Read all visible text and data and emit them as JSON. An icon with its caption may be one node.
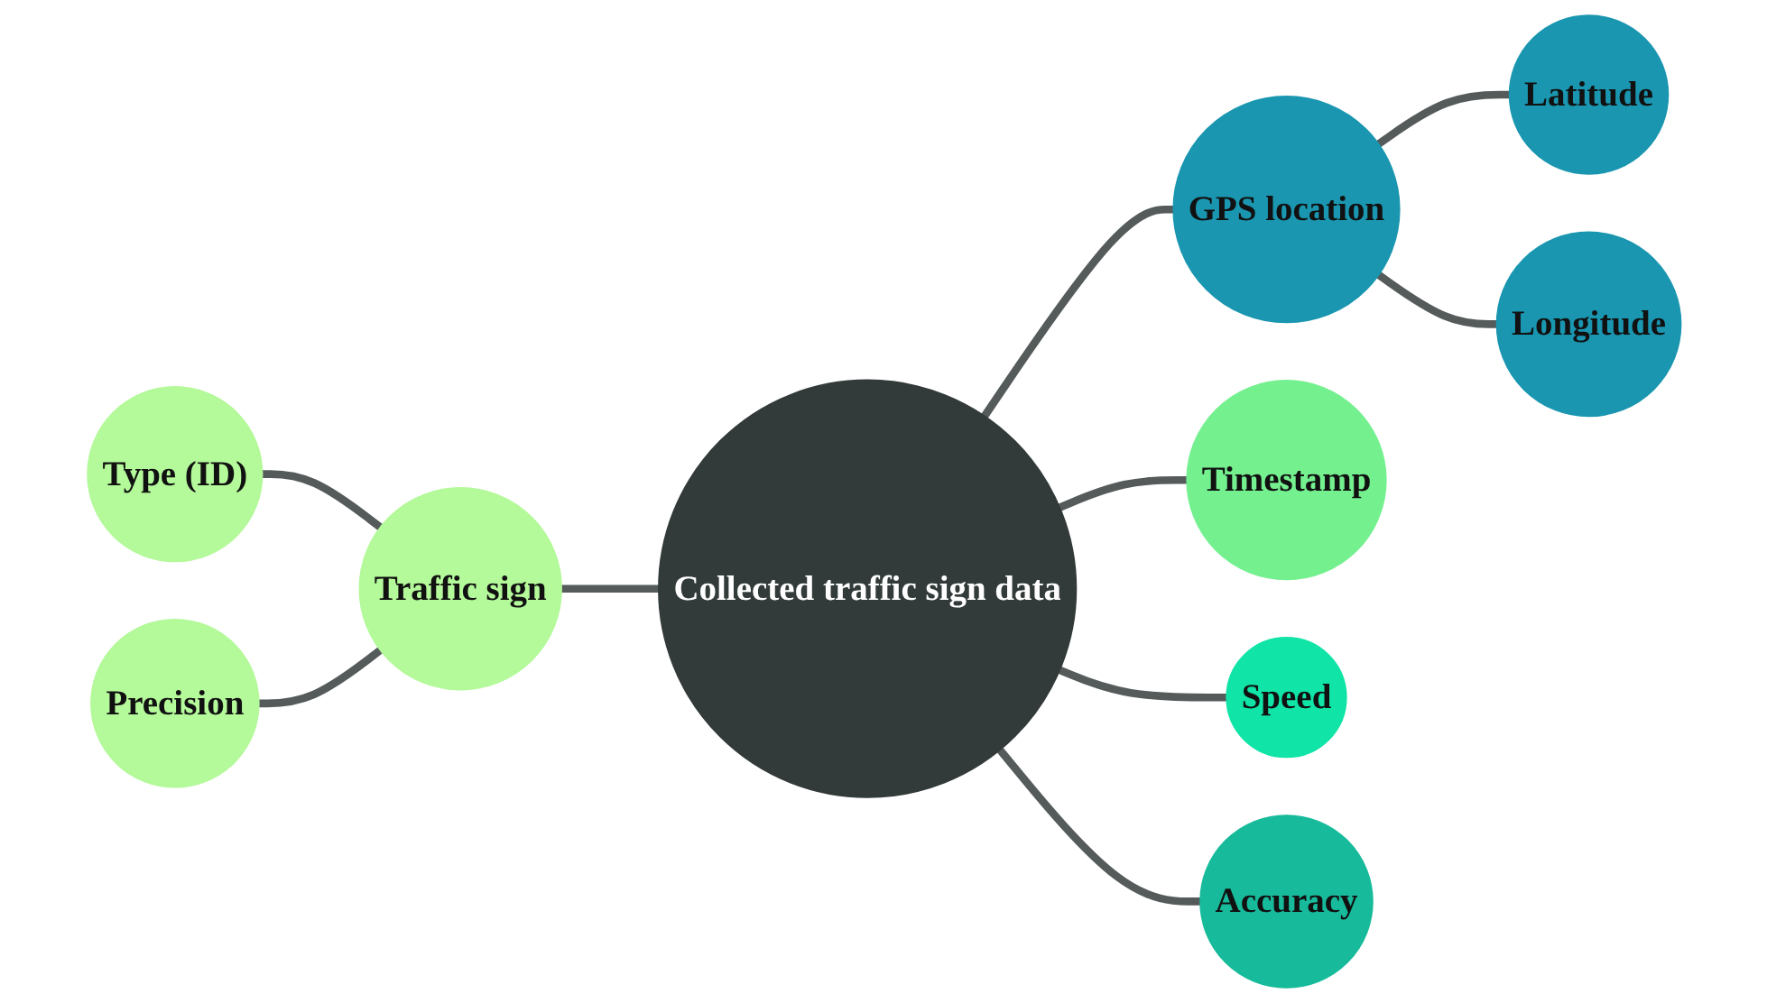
{
  "diagram": {
    "nodes": [
      {
        "text": [
          "Collected traffic sign data"
        ]
      },
      {
        "text": [
          "Traffic sign"
        ]
      },
      {
        "text": [
          "Type (ID)"
        ]
      },
      {
        "text": [
          "Precision"
        ]
      },
      {
        "text": [
          "GPS location"
        ]
      },
      {
        "text": [
          "Latitude"
        ]
      },
      {
        "text": [
          "Longitude"
        ]
      },
      {
        "text": [
          "Timestamp"
        ]
      },
      {
        "text": [
          "Speed"
        ]
      },
      {
        "text": [
          "Accuracy"
        ]
      }
    ],
    "edges": [
      {
        "from": 2,
        "to": 1,
        "arrow": "none"
      },
      {
        "from": 3,
        "to": 1,
        "arrow": "none"
      },
      {
        "from": 1,
        "to": 0,
        "arrow": "none"
      },
      {
        "from": 0,
        "to": 4,
        "arrow": "none"
      },
      {
        "from": 4,
        "to": 5,
        "arrow": "none"
      },
      {
        "from": 4,
        "to": 6,
        "arrow": "none"
      },
      {
        "from": 0,
        "to": 7,
        "arrow": "none"
      },
      {
        "from": 0,
        "to": 8,
        "arrow": "none"
      },
      {
        "from": 0,
        "to": 9,
        "arrow": "none"
      }
    ]
  }
}
